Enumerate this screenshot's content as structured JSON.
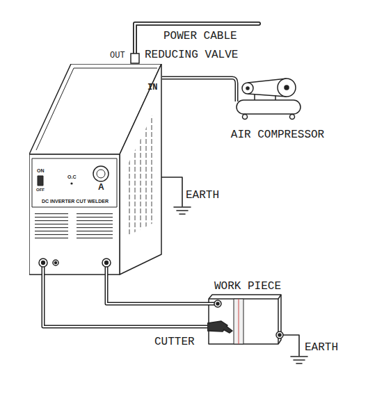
{
  "diagram": {
    "nodes": [
      {
        "text": [
          "DC INVERTER CUT WELDER"
        ]
      },
      {
        "text": [
          "WORK PIECE"
        ]
      },
      {
        "text": [
          "AIR COMPRESSOR"
        ]
      }
    ],
    "edges": [
      {
        "from": 0,
        "to": 1,
        "arrow": "none"
      },
      {
        "from": 0,
        "to": 1,
        "arrow": "none"
      },
      {
        "from": 2,
        "to": 0,
        "arrow": "none"
      }
    ],
    "labels": [
      "POWER CABLE",
      "OUT",
      "REDUCING VALVE",
      "IN",
      "ON",
      "OFF",
      "O.C",
      "A",
      "EARTH",
      "CUTTER",
      "EARTH"
    ]
  }
}
